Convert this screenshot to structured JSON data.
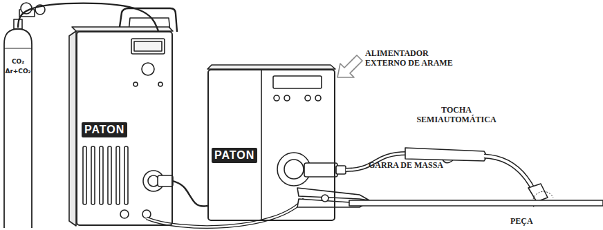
{
  "diagram": {
    "nodes": [
      {
        "text": [
          "CO₂",
          "Ar+CO₂"
        ]
      },
      {
        "text": [
          "PATON"
        ]
      },
      {
        "text": [
          "PATON"
        ]
      }
    ],
    "edges": [
      {
        "from": 0,
        "to": 1,
        "arrow": "none"
      },
      {
        "from": 1,
        "to": 2,
        "arrow": "none"
      }
    ],
    "labels": [
      "ALIMENTADOR EXTERNO DE ARAME",
      "TOCHA SEMIAUTOMÁTICA",
      "GARRA DE MASSA",
      "PEÇA"
    ]
  }
}
